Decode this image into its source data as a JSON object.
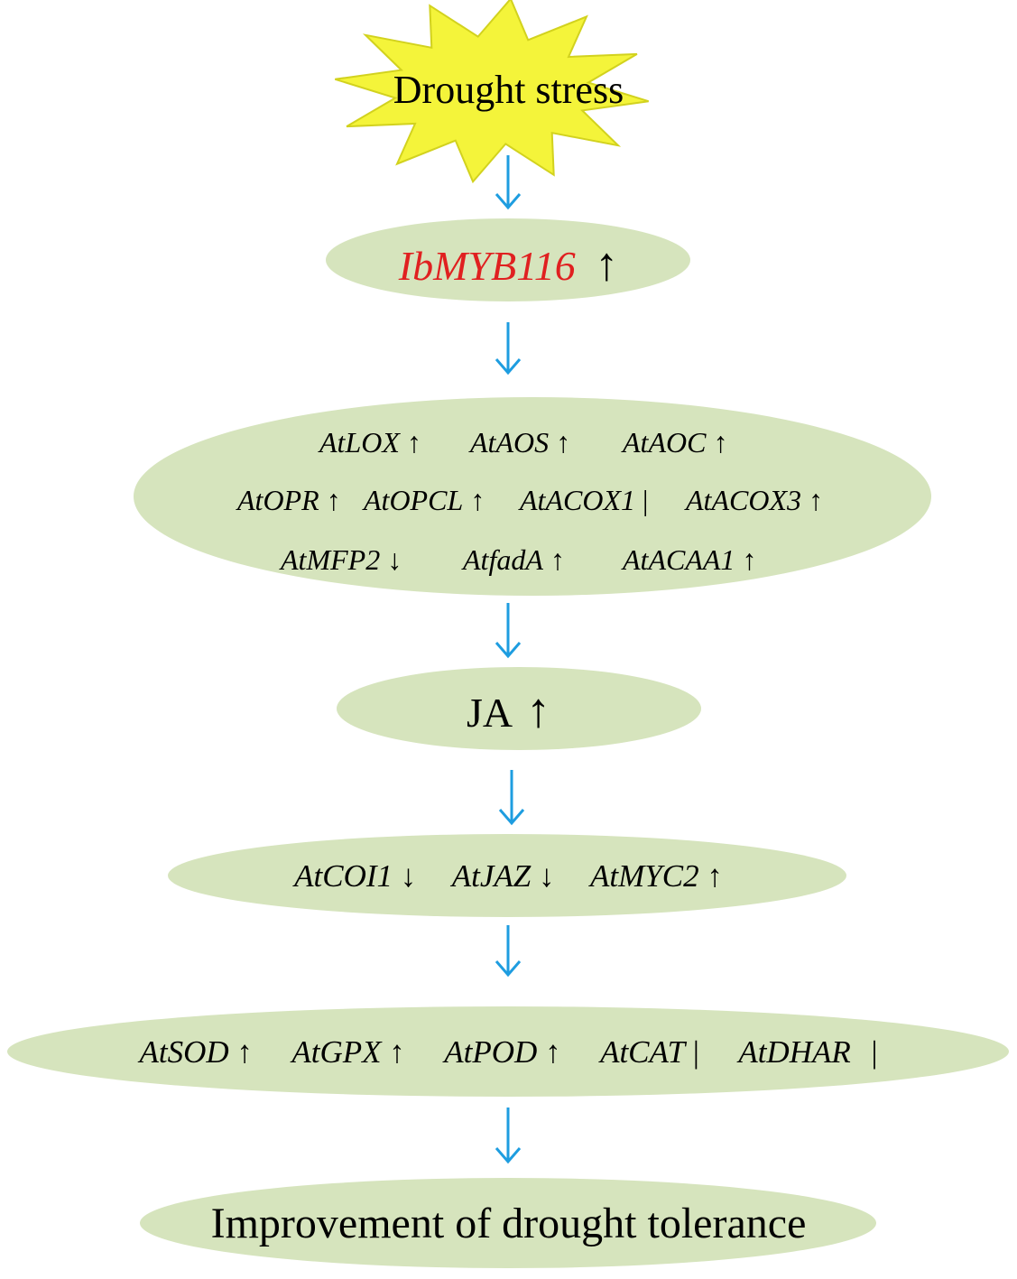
{
  "colors": {
    "ellipse_fill": "#d6e4bd",
    "star_fill": "#f4f43a",
    "star_stroke": "#d2d21e",
    "connector": "#1e9de0",
    "highlight_gene": "#e02020",
    "text": "#000000"
  },
  "start": {
    "label": "Drought stress"
  },
  "nodes": [
    {
      "id": "ibmyb116",
      "genes": [
        {
          "name": "IbMYB116",
          "direction": "↑"
        }
      ]
    },
    {
      "id": "ja-synthesis-genes",
      "rows": [
        [
          {
            "name": "AtLOX",
            "direction": "↑"
          },
          {
            "name": "AtAOS",
            "direction": "↑"
          },
          {
            "name": "AtAOC",
            "direction": "↑"
          }
        ],
        [
          {
            "name": "AtOPR",
            "direction": "↑"
          },
          {
            "name": "AtOPCL",
            "direction": "↑"
          },
          {
            "name": "AtACOX1",
            "direction": "|"
          },
          {
            "name": "AtACOX3",
            "direction": "↑"
          }
        ],
        [
          {
            "name": "AtMFP2",
            "direction": "↓"
          },
          {
            "name": "AtfadA",
            "direction": "↑"
          },
          {
            "name": "AtACAA1",
            "direction": "↑"
          }
        ]
      ]
    },
    {
      "id": "ja",
      "label": "JA",
      "direction": "↑"
    },
    {
      "id": "ja-signaling-genes",
      "genes": [
        {
          "name": "AtCOI1",
          "direction": "↓"
        },
        {
          "name": "AtJAZ",
          "direction": "↓"
        },
        {
          "name": "AtMYC2",
          "direction": "↑"
        }
      ]
    },
    {
      "id": "antioxidant-genes",
      "genes": [
        {
          "name": "AtSOD",
          "direction": "↑"
        },
        {
          "name": "AtGPX",
          "direction": "↑"
        },
        {
          "name": "AtPOD",
          "direction": "↑"
        },
        {
          "name": "AtCAT",
          "direction": "|"
        },
        {
          "name": "AtDHAR",
          "direction": "|"
        }
      ]
    },
    {
      "id": "outcome",
      "label": "Improvement of drought tolerance"
    }
  ]
}
